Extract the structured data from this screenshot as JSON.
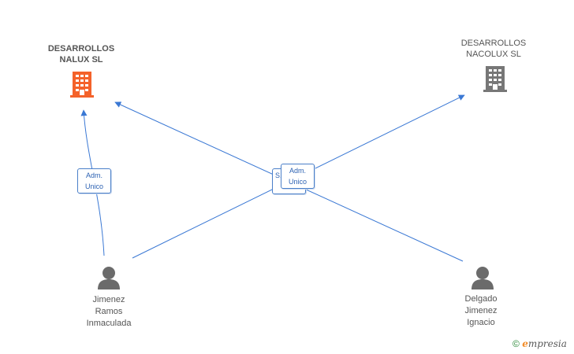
{
  "companies": [
    {
      "name": "DESARROLLOS\nNALUX SL",
      "icon": "building-icon",
      "color": "#f4622a"
    },
    {
      "name": "DESARROLLOS\nNACOLUX SL",
      "icon": "building-icon",
      "color": "#777777"
    }
  ],
  "people": [
    {
      "name": "Jimenez\nRamos\nInmaculada",
      "icon": "person-icon"
    },
    {
      "name": "Delgado\nJimenez\nIgnacio",
      "icon": "person-icon"
    }
  ],
  "relations": [
    {
      "label": "Adm.\nUnico",
      "from": "Jimenez Ramos Inmaculada",
      "to": "DESARROLLOS NALUX SL"
    },
    {
      "label": "S...",
      "from": "Delgado Jimenez Ignacio",
      "to": "DESARROLLOS NALUX SL"
    },
    {
      "label": "Adm.\nUnico",
      "from": "Jimenez Ramos Inmaculada",
      "to": "DESARROLLOS NACOLUX SL"
    }
  ],
  "colors": {
    "edge": "#3a78d4",
    "person": "#6b6b6b"
  },
  "watermark": {
    "symbol": "©",
    "brand_first": "e",
    "brand_rest": "mpresia"
  }
}
